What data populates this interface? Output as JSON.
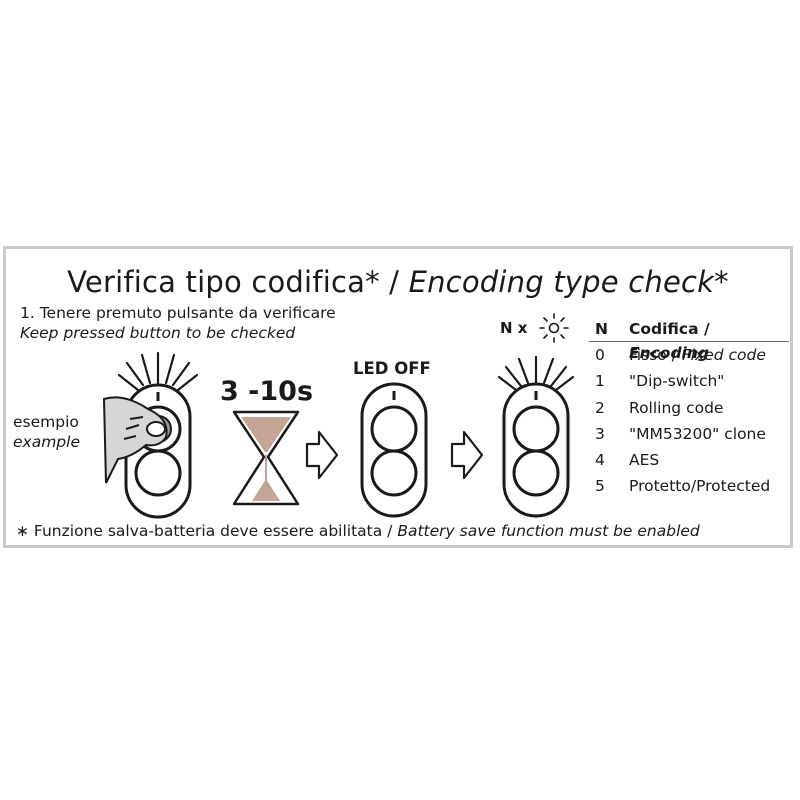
{
  "title": {
    "it": "Verifica tipo codifica* / ",
    "en": "Encoding type check*"
  },
  "step1": {
    "it": "1. Tenere premuto pulsante da verificare",
    "en": "Keep pressed button to be checked"
  },
  "example": {
    "it": "esempio",
    "en": "example"
  },
  "duration": "3 -10s",
  "led_off": "LED OFF",
  "blink_count": "N x",
  "table": {
    "header": {
      "n": "N",
      "label_it": "Codifica / ",
      "label_en": "Encoding"
    },
    "rows": [
      {
        "n": "0",
        "it": "Fisso / ",
        "en": "Fixed code"
      },
      {
        "n": "1",
        "it": "\"Dip-switch\"",
        "en": ""
      },
      {
        "n": "2",
        "it": "Rolling code",
        "en": ""
      },
      {
        "n": "3",
        "it": "\"MM53200\" clone",
        "en": ""
      },
      {
        "n": "4",
        "it": "AES",
        "en": ""
      },
      {
        "n": "5",
        "it": "Protetto/Protected",
        "en": ""
      }
    ]
  },
  "footnote": {
    "it": "∗  Funzione salva-batteria deve essere abilitata / ",
    "en": "Battery save function must be enabled"
  },
  "colors": {
    "border": "#c9c9c9",
    "ink": "#1a1a1a",
    "sand": "#c4a494"
  },
  "icons": [
    "remote-icon",
    "finger-press-icon",
    "hourglass-icon",
    "arrow-right-icon",
    "led-blink-icon"
  ]
}
